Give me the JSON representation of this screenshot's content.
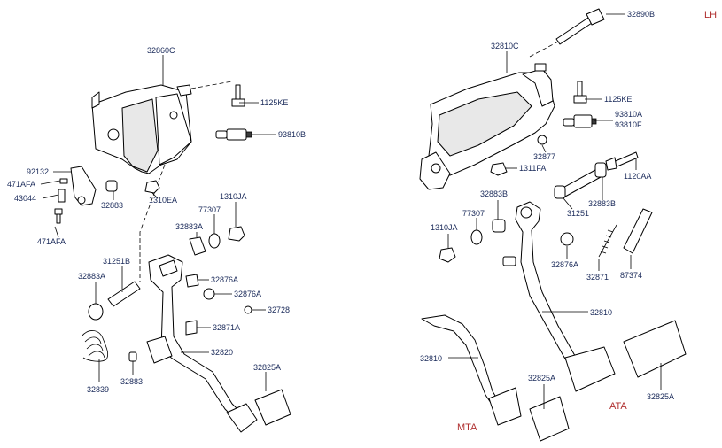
{
  "header": {
    "side_label": "LH"
  },
  "variants": {
    "manual": "MTA",
    "auto": "ATA"
  },
  "left_assembly": {
    "bracket": "32860C",
    "bolt_top": "1125KE",
    "switch": "93810B",
    "plate": "92132",
    "bolt_a": "471AFA",
    "pin": "43044",
    "bolt_b": "471AFA",
    "bushing": "32883",
    "nut_small": "1310EA",
    "nut": "1310JA",
    "washer": "77307",
    "bushing_a": "32883A",
    "shaft": "31251B",
    "bushing_a2": "32883A",
    "collar_1": "32876A",
    "collar_2": "32876A",
    "stopper": "32728",
    "bushing_b": "32871A",
    "pedal_arm": "32820",
    "spring": "32839",
    "bushing_2": "32883",
    "pedal_pad": "32825A"
  },
  "right_assembly": {
    "bolt_long": "32890B",
    "bracket": "32810C",
    "bolt_top": "1125KE",
    "switch_a": "93810A",
    "switch_f": "93810F",
    "stopper": "32877",
    "nut_flange": "1311FA",
    "bolt_side": "1120AA",
    "bushing_b": "32883B",
    "shaft": "31251",
    "bushing_b2": "32883B",
    "washer": "77307",
    "nut": "1310JA",
    "collar": "32876A",
    "spring": "32871",
    "sleeve": "87374",
    "pedal_arm": "32810",
    "pedal_arm_mt": "32810",
    "pad_1": "32825A",
    "pad_2": "32825A"
  }
}
